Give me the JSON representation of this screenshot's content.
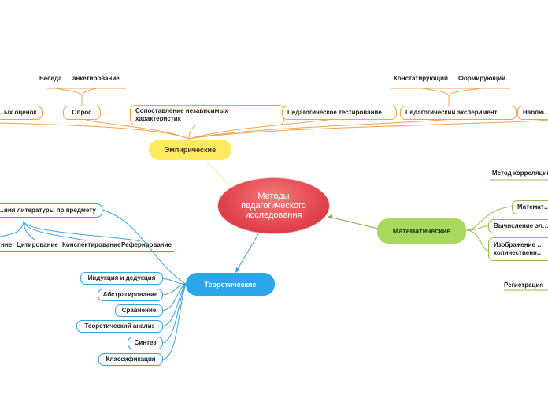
{
  "central": {
    "text": "Методы педагогического исследования"
  },
  "empirical": {
    "title": "Эмпирические",
    "items": {
      "evaluations": "…ых оценок",
      "survey": "Опрос",
      "comparison": "Сопоставление независимых характеристик",
      "ped_testing": "Педагогическое тестирование",
      "ped_experiment": "Педагогический эксперимент",
      "observation": "Наблю…"
    },
    "survey_children": [
      "Беседа",
      "анкетирование"
    ],
    "experiment_children": [
      "Констатирующий",
      "Формирующий"
    ]
  },
  "theoretical": {
    "title": "Теоретические",
    "literature": "…ния литературы по предмету",
    "literature_children": [
      "…ние",
      "Цитирование",
      "Конспектирование",
      "Реферирование"
    ],
    "items": [
      "Индукция и дедукция",
      "Абстрагирование",
      "Сравнение",
      "Теоретический анализ",
      "Синтез",
      "Классификация"
    ]
  },
  "mathematical": {
    "title": "Математические",
    "correlation": "Метод корреляций",
    "items": [
      "Математ…",
      "Вычисление эл…",
      "Изображение … количественн…"
    ],
    "registration": "Регистрация"
  },
  "colors": {
    "empirical": "#fdea5e",
    "theoretical": "#2aa6ea",
    "mathematical": "#a8d85e",
    "central": "#e2454d",
    "orange_line": "#f0a24a",
    "blue_line": "#3aa0e0",
    "green_line": "#8cc050"
  }
}
